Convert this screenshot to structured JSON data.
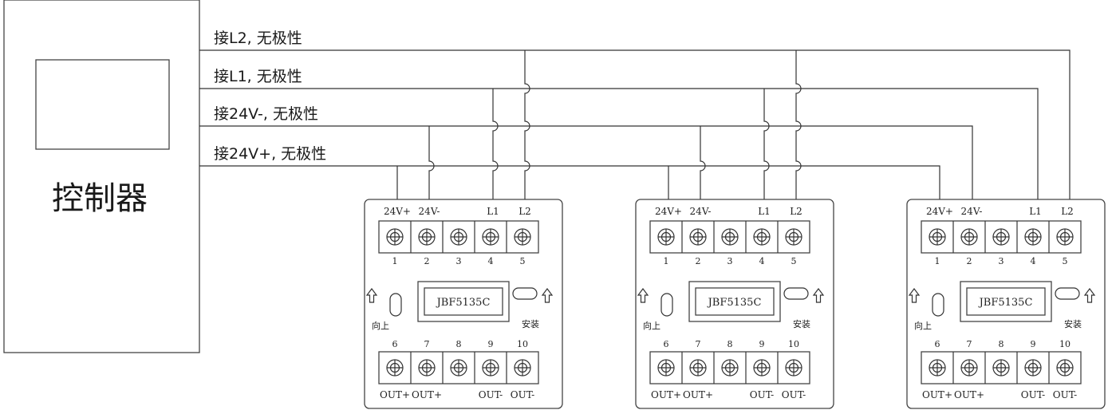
{
  "controller": {
    "title": "控制器"
  },
  "wires": [
    {
      "label": "接L2, 无极性"
    },
    {
      "label": "接L1, 无极性"
    },
    {
      "label": "接24V-, 无极性"
    },
    {
      "label": "接24V+, 无极性"
    }
  ],
  "module": {
    "model": "JBF5135C",
    "top_terminal_labels": [
      "24V+",
      "24V-",
      "",
      "L1",
      "L2"
    ],
    "top_terminal_numbers": [
      "1",
      "2",
      "3",
      "4",
      "5"
    ],
    "bottom_terminal_numbers": [
      "6",
      "7",
      "8",
      "9",
      "10"
    ],
    "bottom_terminal_labels": [
      "OUT+",
      "OUT+",
      "",
      "OUT-",
      "OUT-"
    ],
    "label_up": "向上",
    "label_install": "安装"
  },
  "module_count": 3
}
